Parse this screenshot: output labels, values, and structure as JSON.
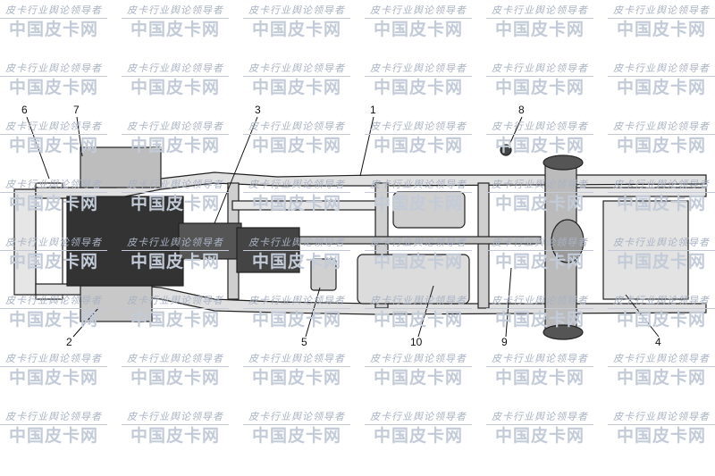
{
  "watermark": {
    "tagline": "皮卡行业舆论领导者",
    "name": "中国皮卡网",
    "color": "#c3cbd8"
  },
  "callouts": [
    "1",
    "2",
    "3",
    "4",
    "5",
    "6",
    "7",
    "8",
    "9",
    "10"
  ]
}
